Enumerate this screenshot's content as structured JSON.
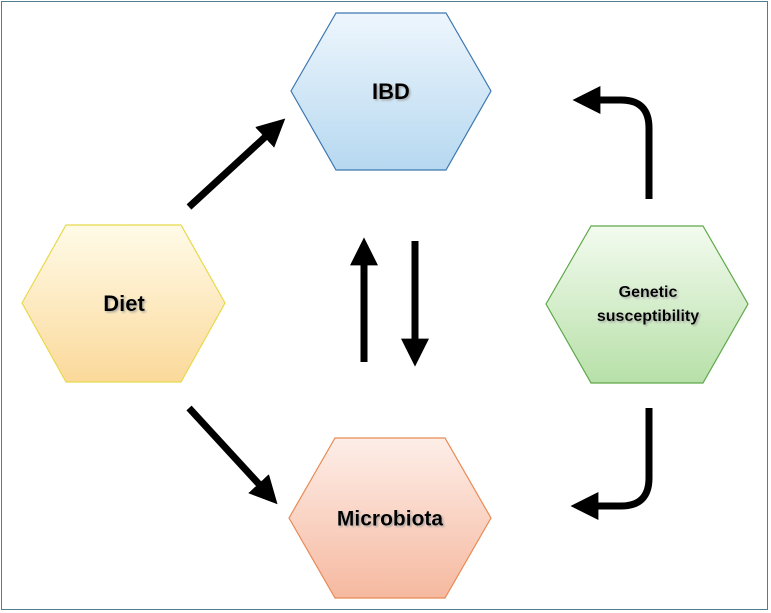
{
  "diagram": {
    "nodes": {
      "ibd": {
        "label": "IBD",
        "fill_top": "#eef6fd",
        "fill_bottom": "#b6d8f0",
        "stroke": "#3d78b0"
      },
      "diet": {
        "label": "Diet",
        "fill_top": "#fffbe8",
        "fill_bottom": "#fbd99a",
        "stroke": "#e8d94a"
      },
      "microbiota": {
        "label": "Microbiota",
        "fill_top": "#fdeee8",
        "fill_bottom": "#f6b9a0",
        "stroke": "#e88a55"
      },
      "genetic": {
        "label_line1": "Genetic",
        "label_line2": "susceptibility",
        "fill_top": "#f3fbef",
        "fill_bottom": "#b7e0a8",
        "stroke": "#5ea84a"
      }
    },
    "edges": [
      {
        "from": "Diet",
        "to": "IBD"
      },
      {
        "from": "Diet",
        "to": "Microbiota"
      },
      {
        "from": "Microbiota",
        "to": "IBD"
      },
      {
        "from": "IBD",
        "to": "Microbiota"
      },
      {
        "from": "Genetic susceptibility",
        "to": "IBD"
      },
      {
        "from": "Genetic susceptibility",
        "to": "Microbiota"
      }
    ],
    "arrow_color": "#000000"
  }
}
